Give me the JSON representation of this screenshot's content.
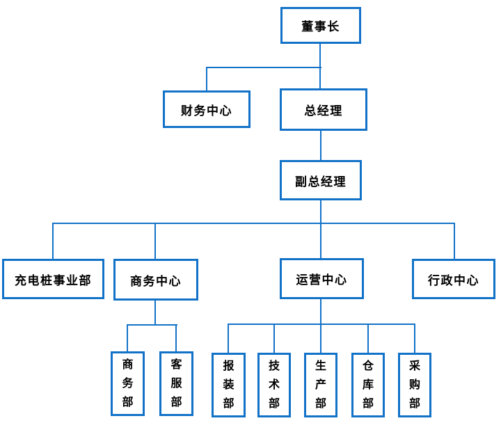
{
  "org_chart": {
    "type": "org-chart",
    "background": "#FFFFFF",
    "line_color": "#1272C8",
    "text_color": "#000000",
    "nodes": {
      "chairman": {
        "label": "董事长"
      },
      "finance_center": {
        "label": "财务中心"
      },
      "general_manager": {
        "label": "总经理"
      },
      "deputy_general_manager": {
        "label": "副总经理"
      },
      "charging_pile_division": {
        "label": "充电桩事业部"
      },
      "business_center": {
        "label": "商务中心"
      },
      "operations_center": {
        "label": "运营中心"
      },
      "admin_center": {
        "label": "行政中心"
      },
      "business_dept": {
        "label": "商务部"
      },
      "customer_service_dept": {
        "label": "客服部"
      },
      "installation_dept": {
        "label": "报装部"
      },
      "technical_dept": {
        "label": "技术部"
      },
      "production_dept": {
        "label": "生产部"
      },
      "warehouse_dept": {
        "label": "仓库部"
      },
      "procurement_dept": {
        "label": "采购部"
      }
    },
    "edges": [
      [
        "chairman",
        "finance_center"
      ],
      [
        "chairman",
        "general_manager"
      ],
      [
        "general_manager",
        "deputy_general_manager"
      ],
      [
        "deputy_general_manager",
        "charging_pile_division"
      ],
      [
        "deputy_general_manager",
        "business_center"
      ],
      [
        "deputy_general_manager",
        "operations_center"
      ],
      [
        "deputy_general_manager",
        "admin_center"
      ],
      [
        "business_center",
        "business_dept"
      ],
      [
        "business_center",
        "customer_service_dept"
      ],
      [
        "operations_center",
        "installation_dept"
      ],
      [
        "operations_center",
        "technical_dept"
      ],
      [
        "operations_center",
        "production_dept"
      ],
      [
        "operations_center",
        "warehouse_dept"
      ],
      [
        "operations_center",
        "procurement_dept"
      ]
    ]
  }
}
